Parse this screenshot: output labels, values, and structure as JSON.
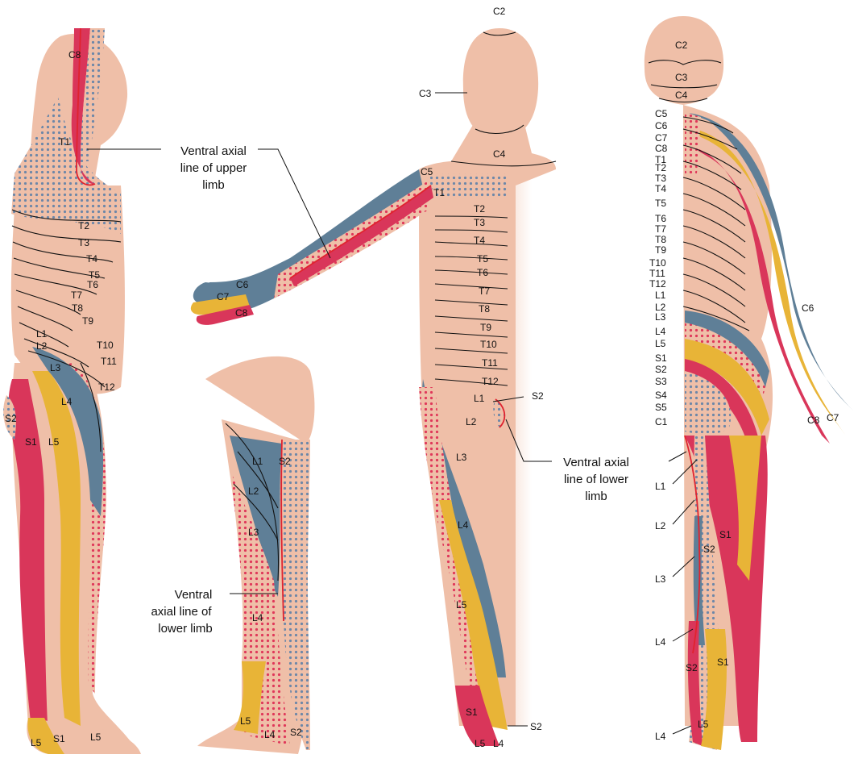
{
  "colors": {
    "skin": "#efbfa8",
    "skin_dark": "#e3a58c",
    "red": "#d9365a",
    "blue": "#5f7f97",
    "gold": "#e8b437",
    "dots_blue": "#6d87a8",
    "dots_red": "#e0385a",
    "line": "#111111",
    "axial": "#e0232f"
  },
  "captions": {
    "upper_limb": [
      "Ventral axial",
      "line of upper",
      "limb"
    ],
    "lower_limb_front": [
      "Ventral axial",
      "line of lower",
      "limb"
    ],
    "lower_limb_side": [
      "Ventral",
      "axial line of",
      "lower limb"
    ]
  },
  "lateral_view": {
    "labels": [
      "C8",
      "T1",
      "T2",
      "T3",
      "T4",
      "T5",
      "T6",
      "T7",
      "T8",
      "T9",
      "T10",
      "T11",
      "T12",
      "L1",
      "L2",
      "L3",
      "L4",
      "S2",
      "S1",
      "L5",
      "L5",
      "S1",
      "L5"
    ]
  },
  "leg_view": {
    "labels": [
      "L1",
      "S2",
      "L2",
      "L3",
      "L4",
      "L5",
      "L4",
      "S2"
    ]
  },
  "anterior_view": {
    "labels": [
      "C2",
      "C3",
      "C4",
      "C5",
      "T1",
      "T2",
      "T3",
      "T4",
      "T5",
      "T6",
      "T7",
      "T8",
      "T9",
      "T10",
      "T11",
      "T12",
      "L1",
      "L2",
      "S2",
      "L3",
      "L4",
      "L5",
      "S1",
      "L5",
      "L4",
      "S2",
      "C6",
      "C7",
      "C8"
    ]
  },
  "posterior_view": {
    "head_labels": [
      "C2",
      "C3",
      "C4"
    ],
    "spine_labels": [
      "C5",
      "C6",
      "C7",
      "C8",
      "T1",
      "T2",
      "T3",
      "T4",
      "T5",
      "T6",
      "T7",
      "T8",
      "T9",
      "T10",
      "T11",
      "T12",
      "L1",
      "L2",
      "L3",
      "L4",
      "L5",
      "S1",
      "S2",
      "S3",
      "S4",
      "S5",
      "C1"
    ],
    "limb_labels": [
      "C6",
      "C8",
      "C7",
      "S1",
      "S2",
      "S1",
      "S2"
    ],
    "leg_side_labels": [
      "L1",
      "L2",
      "L3",
      "L4",
      "L4",
      "L5"
    ]
  }
}
